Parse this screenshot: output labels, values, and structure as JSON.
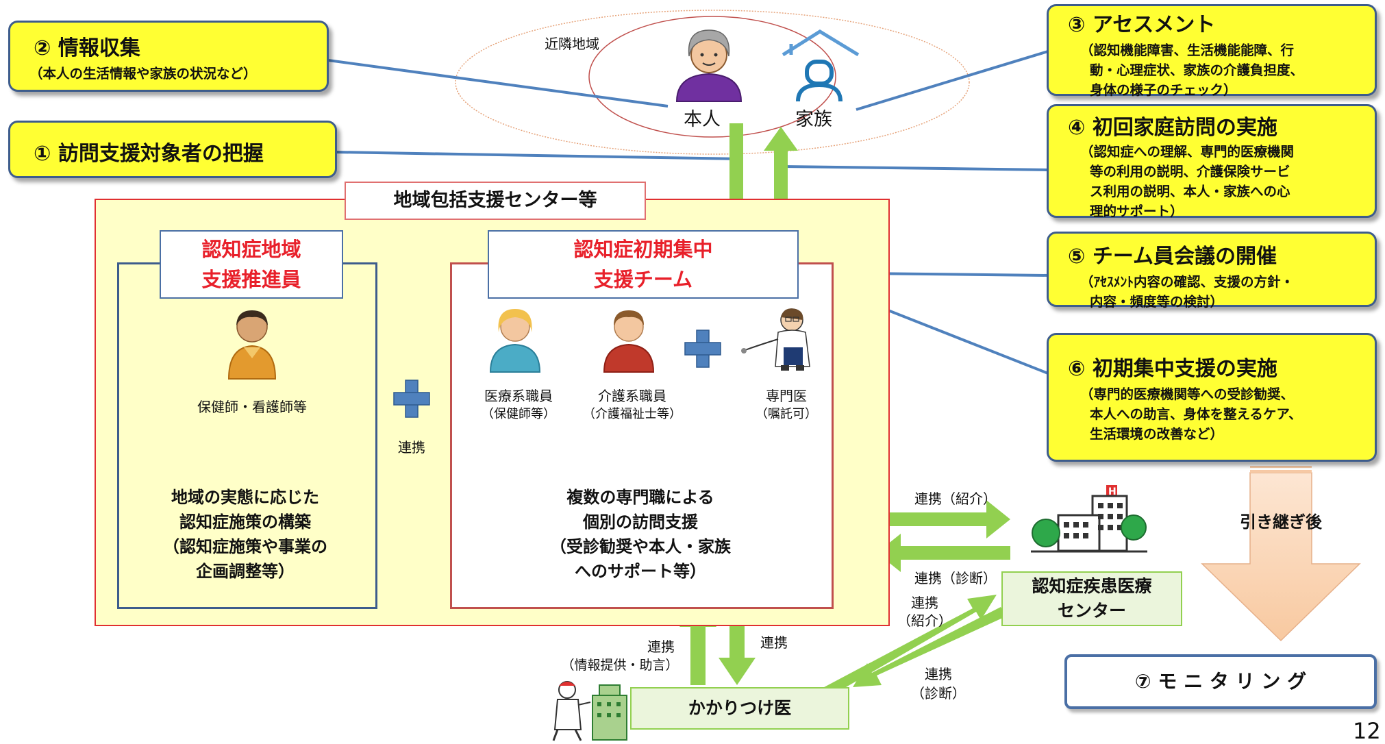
{
  "steps": {
    "s1": {
      "title": "① 訪問支援対象者の把握"
    },
    "s2": {
      "title": "② 情報収集",
      "sub": "（本人の生活情報や家族の状況など）"
    },
    "s3": {
      "title": "③ アセスメント",
      "lines": [
        "（認知機能障害、生活機能能障、行",
        "動・心理症状、家族の介護負担度、",
        "身体の様子のチェック）"
      ]
    },
    "s4": {
      "title": "④ 初回家庭訪問の実施",
      "lines": [
        "（認知症への理解、専門的医療機関",
        "等の利用の説明、介護保険サービ",
        "ス利用の説明、本人・家族への心",
        "理的サポート）"
      ]
    },
    "s5": {
      "title": "⑤ チーム員会議の開催",
      "lines": [
        "（ｱｾｽﾒﾝﾄ内容の確認、支援の方針・",
        "内容・頻度等の検討）"
      ]
    },
    "s6": {
      "title": "⑥ 初期集中支援の実施",
      "lines": [
        "（専門的医療機関等への受診勧奨、",
        "本人への助言、身体を整えるケア、",
        "生活環境の改善など）"
      ]
    },
    "s7": {
      "title": "⑦ モ ニ タ リ ン グ"
    }
  },
  "household": {
    "area_label": "近隣地域",
    "person_label": "本人",
    "family_label": "家族"
  },
  "center": {
    "title": "地域包括支援センター等",
    "promoter": {
      "title_lines": [
        "認知症地域",
        "支援推進員"
      ],
      "staff_label": "保健師・看護師等",
      "desc_lines": [
        "地域の実態に応じた",
        "認知症施策の構築",
        "（認知症施策や事業の",
        "企画調整等）"
      ]
    },
    "plus_label": "連携",
    "team": {
      "title_lines": [
        "認知症初期集中",
        "支援チーム"
      ],
      "members": [
        {
          "name": "医療系職員",
          "note": "（保健師等）"
        },
        {
          "name": "介護系職員",
          "note": "（介護福祉士等）"
        },
        {
          "name": "専門医",
          "note": "（嘱託可）"
        }
      ],
      "desc_lines": [
        "複数の専門職による",
        "個別の訪問支援",
        "（受診勧奨や本人・家族",
        "へのサポート等）"
      ]
    }
  },
  "links": {
    "to_center_top": "連携（紹介）",
    "to_center_bottom": "連携（診断）",
    "gp_up": "連携",
    "gp_up_sub": "（情報提供・助言）",
    "gp_down": "連携",
    "gp_to_center": "連携",
    "gp_to_center_sub": "（紹介）",
    "center_to_gp": "連携",
    "center_to_gp_sub": "（診断）"
  },
  "medical_center": {
    "lines": [
      "認知症疾患医療",
      "センター"
    ]
  },
  "gp": {
    "label": "かかりつけ医"
  },
  "handover": {
    "label": "引き継ぎ後"
  },
  "page_number": "12",
  "colors": {
    "callout": "#ffff33",
    "callout_border": "#3d5c8c",
    "area_fill": "#ffffc8",
    "area_border": "#e03030",
    "green_arrow": "#92d050",
    "green_box": "#ebf5dc",
    "plus": "#4f81bd",
    "team_title": "#e8202a",
    "peach_arrow": "#fbd5b5"
  }
}
